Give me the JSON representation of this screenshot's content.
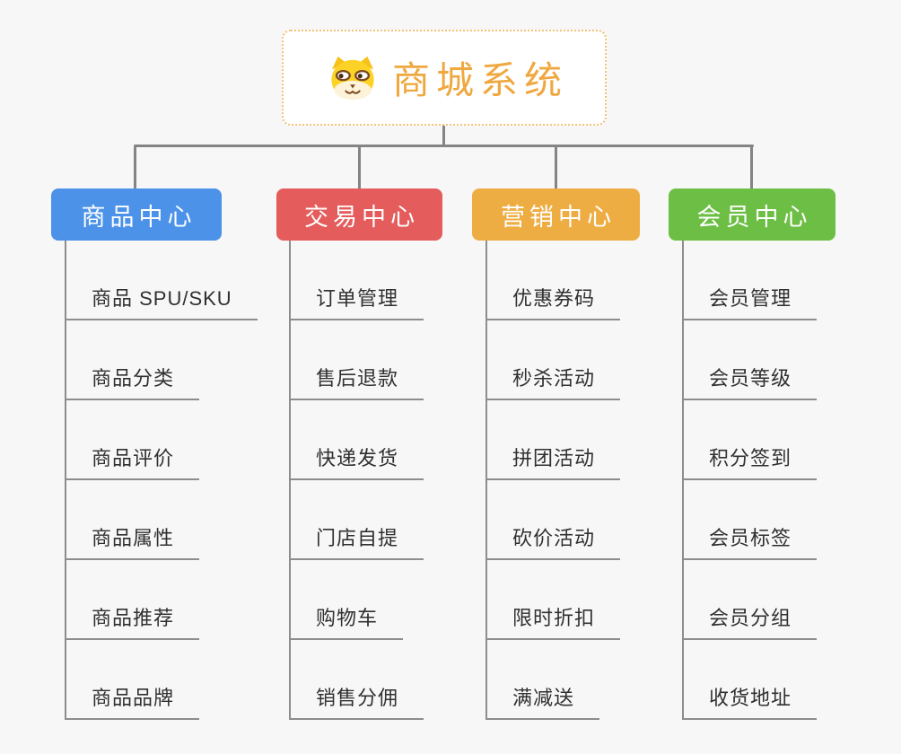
{
  "root": {
    "title": "商城系统",
    "icon": "dog-face-icon"
  },
  "branches": [
    {
      "label": "商品中心",
      "color": "#4b92e8",
      "children": [
        "商品 SPU/SKU",
        "商品分类",
        "商品评价",
        "商品属性",
        "商品推荐",
        "商品品牌"
      ]
    },
    {
      "label": "交易中心",
      "color": "#e45c5c",
      "children": [
        "订单管理",
        "售后退款",
        "快递发货",
        "门店自提",
        "购物车",
        "销售分佣"
      ]
    },
    {
      "label": "营销中心",
      "color": "#eead42",
      "children": [
        "优惠券码",
        "秒杀活动",
        "拼团活动",
        "砍价活动",
        "限时折扣",
        "满减送"
      ]
    },
    {
      "label": "会员中心",
      "color": "#6cbe44",
      "children": [
        "会员管理",
        "会员等级",
        "积分签到",
        "会员标签",
        "会员分组",
        "收货地址"
      ]
    }
  ],
  "colors": {
    "root_accent": "#efa83f",
    "root_border": "#f2c277",
    "connector": "#848484",
    "leaf_line": "#8d8d8d",
    "leaf_text": "#303030",
    "background": "#f7f7f7"
  }
}
